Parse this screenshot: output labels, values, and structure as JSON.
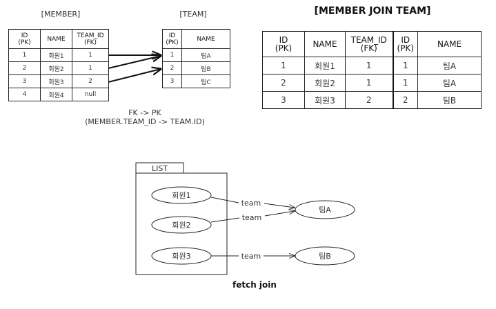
{
  "member_table": {
    "title": "[MEMBER]",
    "headers": [
      [
        "ID",
        "(PK)"
      ],
      [
        "NAME"
      ],
      [
        "TEAM_ID",
        "(FK)"
      ]
    ],
    "rows": [
      [
        "1",
        "회원1",
        "1"
      ],
      [
        "2",
        "회원2",
        "1"
      ],
      [
        "3",
        "회원3",
        "2"
      ],
      [
        "4",
        "회원4",
        "null"
      ]
    ]
  },
  "team_table": {
    "title": "[TEAM]",
    "headers": [
      [
        "ID",
        "(PK)"
      ],
      [
        "NAME"
      ]
    ],
    "rows": [
      [
        "1",
        "팀A"
      ],
      [
        "2",
        "팀B"
      ],
      [
        "3",
        "팀C"
      ]
    ]
  },
  "relation_caption": {
    "line1": "FK -> PK",
    "line2": "(MEMBER.TEAM_ID -> TEAM.ID)"
  },
  "fk_arrows": [
    {
      "from_member_row": 1,
      "to_team_row": 1
    },
    {
      "from_member_row": 2,
      "to_team_row": 1
    },
    {
      "from_member_row": 3,
      "to_team_row": 2
    }
  ],
  "join_table": {
    "title": "[MEMBER JOIN TEAM]",
    "headers": [
      [
        "ID",
        "(PK)"
      ],
      [
        "NAME"
      ],
      [
        "TEAM_ID",
        "(FK)"
      ],
      [
        "ID",
        "(PK)"
      ],
      [
        "NAME"
      ]
    ],
    "rows": [
      [
        "1",
        "회원1",
        "1",
        "1",
        "팀A"
      ],
      [
        "2",
        "회원2",
        "1",
        "1",
        "팀A"
      ],
      [
        "3",
        "회원3",
        "2",
        "2",
        "팀B"
      ]
    ]
  },
  "object_graph": {
    "list_label": "LIST",
    "members": [
      "회원1",
      "회원2",
      "회원3"
    ],
    "teams": [
      "팀A",
      "팀B"
    ],
    "edges": [
      {
        "from": "회원1",
        "to": "팀A",
        "label": "team"
      },
      {
        "from": "회원2",
        "to": "팀A",
        "label": "team"
      },
      {
        "from": "회원3",
        "to": "팀B",
        "label": "team"
      }
    ],
    "caption": "fetch join"
  }
}
